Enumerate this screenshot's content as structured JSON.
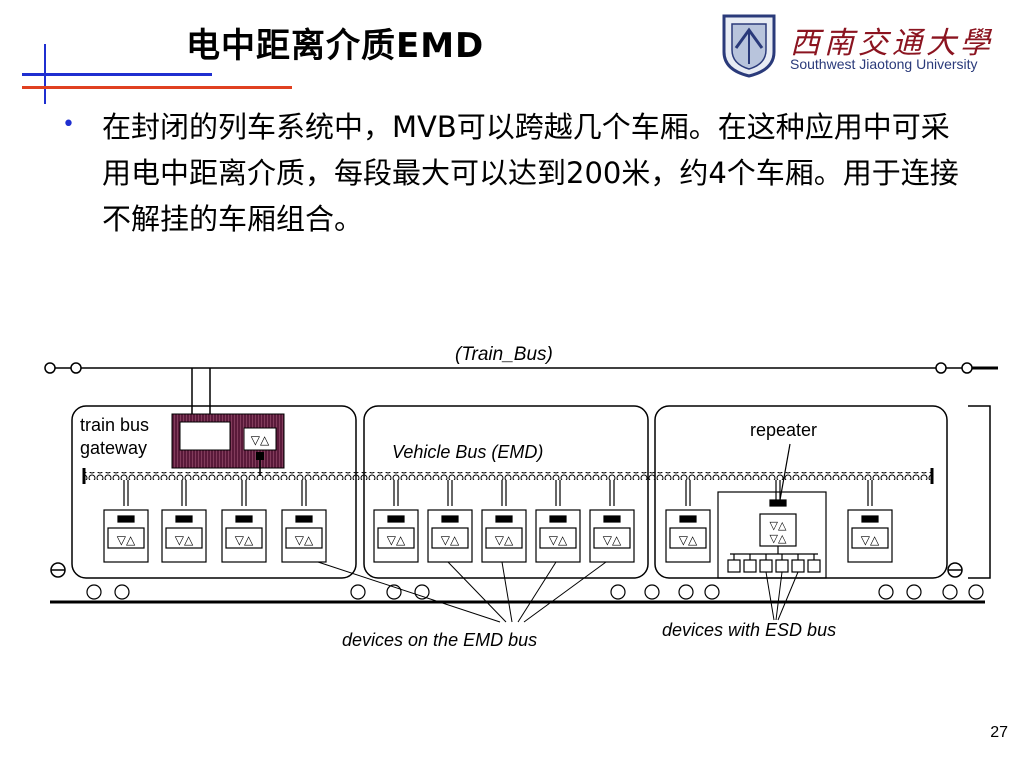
{
  "slide": {
    "title": "电中距离介质EMD",
    "page_number": "27"
  },
  "logo": {
    "cn_name": "西南交通大學",
    "en_name": "Southwest Jiaotong University"
  },
  "bullet": {
    "marker": "•",
    "text": "在封闭的列车系统中，MVB可以跨越几个车厢。在这种应用中可采用电中距离介质，每段最大可以达到200米，约4个车厢。用于连接不解挂的车厢组合。"
  },
  "diagram": {
    "train_bus_label": "(Train_Bus)",
    "vehicle_bus_label": "Vehicle Bus (EMD)",
    "gateway_label_1": "train bus",
    "gateway_label_2": "gateway",
    "repeater_label": "repeater",
    "emd_devices_label": "devices on the EMD bus",
    "esd_devices_label": "devices with  ESD bus",
    "device_symbol": "▽△"
  },
  "colors": {
    "accent_blue": "#1f2fd0",
    "accent_red": "#e04020",
    "logo_red": "#8b1420",
    "gateway_fill": "#5a1a3a"
  }
}
